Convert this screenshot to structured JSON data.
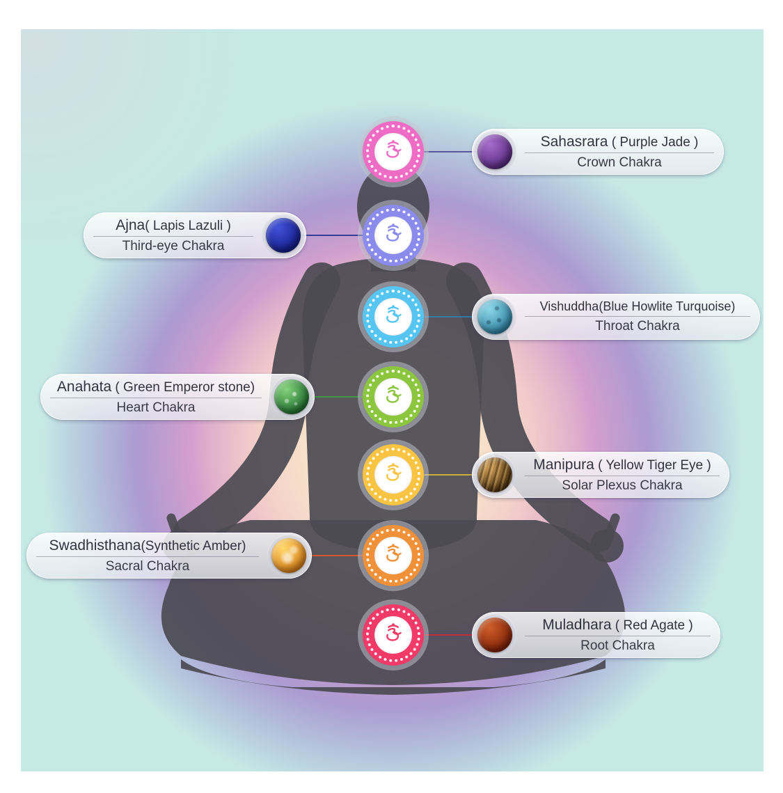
{
  "palette": {
    "background": "#c5e9e5",
    "silhouette": "#4b4a52",
    "aura_outer": "#9785cf",
    "aura_mid": "#f1adc7",
    "aura_inner": "#fcf5ce"
  },
  "chakras": [
    {
      "id": "sahasrara",
      "name": "Sahasrara",
      "stone": " ( Purple Jade )",
      "chakra": "Crown Chakra",
      "side": "right",
      "symbol_color": "#ef6cc4",
      "connector_color": "#4c4a92",
      "stone_colors": [
        "#a76dcb",
        "#56297f"
      ],
      "glyph": "om-icon"
    },
    {
      "id": "ajna",
      "name": "Ajna",
      "stone": "( Lapis Lazuli )",
      "chakra": "Third-eye Chakra",
      "side": "left",
      "symbol_color": "#8b8bee",
      "connector_color": "#27348f",
      "stone_colors": [
        "#4153da",
        "#131b87"
      ],
      "glyph": "om-icon"
    },
    {
      "id": "vishuddha",
      "name": "Vishuddha",
      "stone": "(Blue Howlite Turquoise)",
      "chakra": "Throat Chakra",
      "side": "right",
      "symbol_color": "#57c5f2",
      "connector_color": "#2f7fae",
      "stone_colors": [
        "#8ed7e8",
        "#2b7fa0"
      ],
      "glyph": "om-icon"
    },
    {
      "id": "anahata",
      "name": "Anahata",
      "stone": " ( Green Emperor stone)",
      "chakra": "Heart Chakra",
      "side": "left",
      "symbol_color": "#8cc63e",
      "connector_color": "#3f9a42",
      "stone_colors": [
        "#84d37d",
        "#1d6c2c"
      ],
      "glyph": "om-icon"
    },
    {
      "id": "manipura",
      "name": "Manipura",
      "stone": " ( Yellow Tiger Eye )",
      "chakra": "Solar Plexus Chakra",
      "side": "right",
      "symbol_color": "#f9c441",
      "connector_color": "#d8b83c",
      "stone_colors": [
        "#c99a55",
        "#4d3210"
      ],
      "glyph": "om-icon"
    },
    {
      "id": "swadhisthana",
      "name": "Swadhisthana",
      "stone": "(Synthetic Amber)",
      "chakra": "Sacral Chakra",
      "side": "left",
      "symbol_color": "#f09038",
      "connector_color": "#e05a28",
      "stone_colors": [
        "#ffd96e",
        "#d97c14"
      ],
      "glyph": "om-icon"
    },
    {
      "id": "muladhara",
      "name": "Muladhara",
      "stone": " ( Red Agate )",
      "chakra": "Root Chakra",
      "side": "right",
      "symbol_color": "#f23a68",
      "connector_color": "#cc2a3a",
      "stone_colors": [
        "#cf5f2a",
        "#7c1e06"
      ],
      "glyph": "om-icon"
    }
  ]
}
